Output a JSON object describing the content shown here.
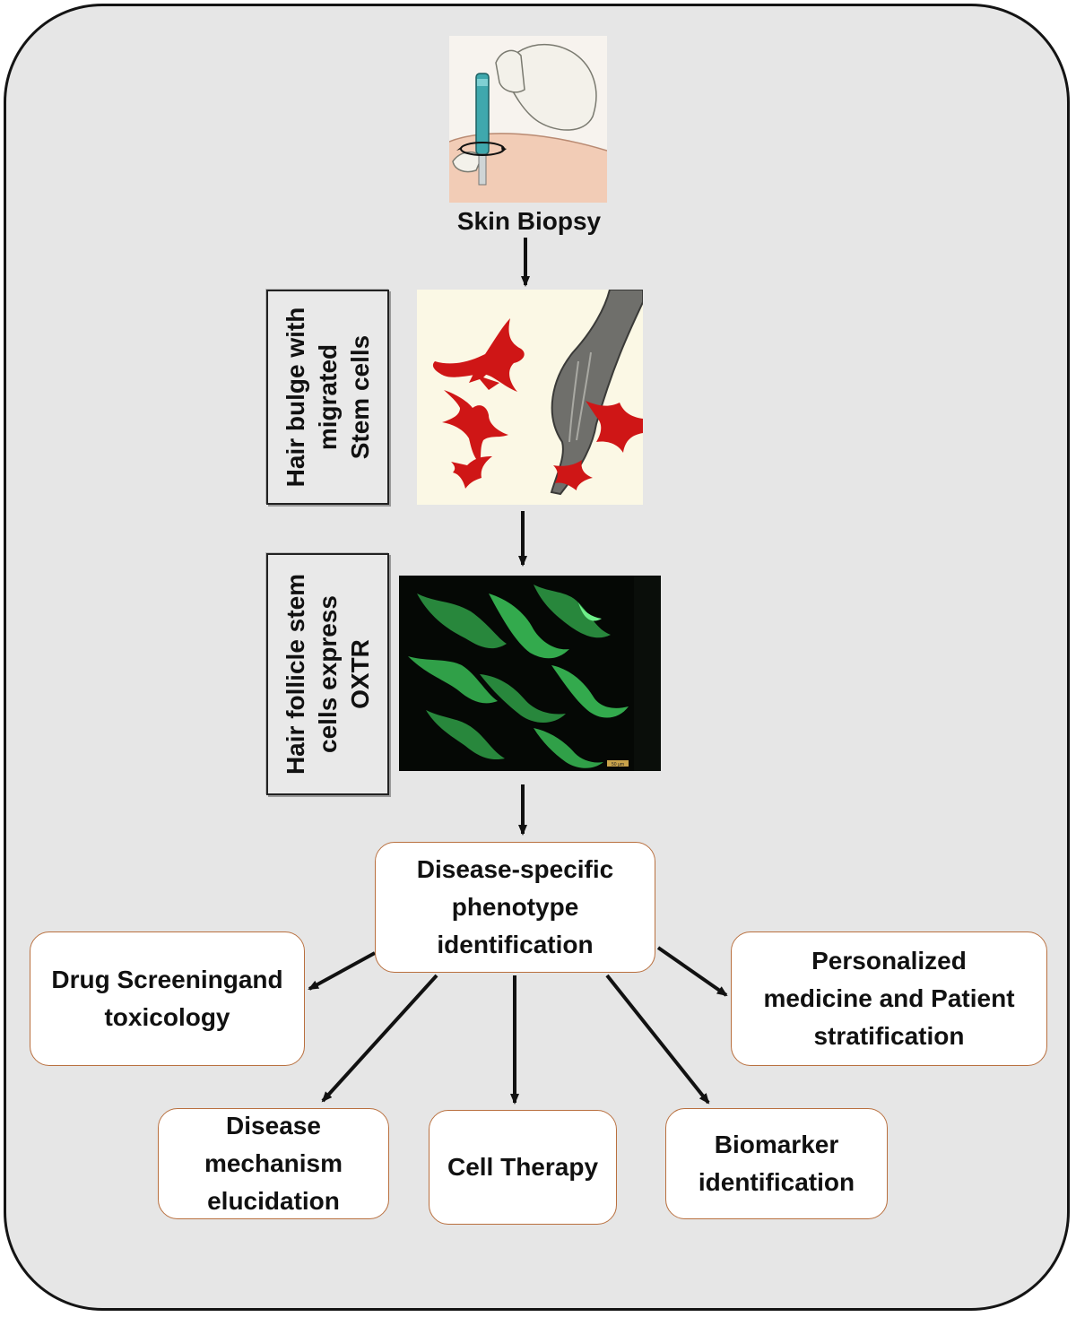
{
  "steps": {
    "biopsy_label": "Skin Biopsy",
    "hair_bulge": [
      "Hair bulge with",
      "migrated",
      "Stem cells"
    ],
    "oxtr": [
      "Hair follicle stem",
      "cells express",
      "OXTR"
    ],
    "scale_label": "50 µm"
  },
  "center": [
    "Disease-specific",
    "phenotype",
    "identification"
  ],
  "outcomes": {
    "drug": [
      "Drug Screeningand",
      "toxicology"
    ],
    "personalized": [
      "Personalized",
      "medicine and Patient",
      "stratification"
    ],
    "mechanism": [
      "Disease",
      "mechanism",
      "elucidation"
    ],
    "cell_therapy": [
      "Cell Therapy"
    ],
    "biomarker": [
      "Biomarker",
      "identification"
    ]
  },
  "colors": {
    "background": "#e6e6e6",
    "box_border": "#b9703f",
    "stem_cell_red": "#cf1616",
    "oxtr_green": "#3fd35f"
  }
}
